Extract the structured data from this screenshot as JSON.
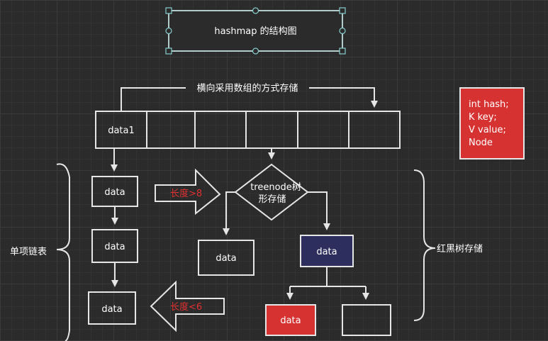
{
  "title": "hashmap 的结构图",
  "array_label": "横向采用数组的方式存储",
  "array_first_cell": "data1",
  "node_fields": [
    "int hash;",
    "K key;",
    "V value;",
    "Node"
  ],
  "linked_list": {
    "label": "单项链表",
    "nodes": [
      "data",
      "data",
      "data"
    ]
  },
  "arrow_right_label": "长度>8",
  "arrow_left_label": "长度<6",
  "diamond_label_1": "treenode树",
  "diamond_label_2": "形存储",
  "tree": {
    "label": "红黑树存储",
    "left_leaf": "data",
    "root_child": "data",
    "red_node": "data"
  },
  "colors": {
    "background": "#2b2b2b",
    "node_red": "#d63232",
    "node_navy": "#2e2e5e",
    "label_red": "#e03030"
  }
}
